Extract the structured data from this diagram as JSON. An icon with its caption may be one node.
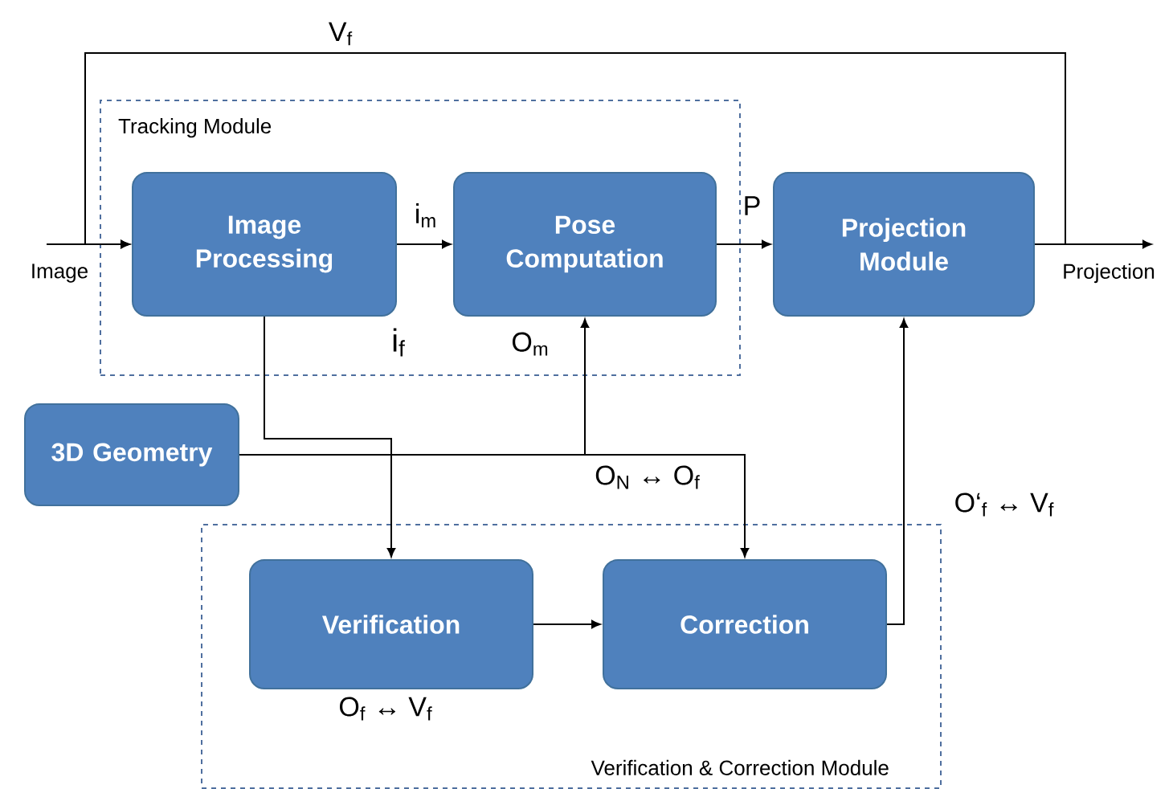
{
  "diagram": {
    "nodes": [
      {
        "text": [
          "Tracking Module"
        ]
      },
      {
        "text": [
          "Image Processing"
        ],
        "in": 0
      },
      {
        "text": [
          "Pose Computation"
        ],
        "in": 0,
        "beside": [
          "O$_{m}$"
        ]
      },
      {
        "text": [
          "Projection Module"
        ]
      },
      {
        "text": [
          "3D Geometry"
        ]
      },
      {
        "text": [
          "Verification & Correction Module"
        ]
      },
      {
        "text": [
          "Verification"
        ],
        "in": 5,
        "beside": [
          "O$_{f}$ ↔ V$_{f}$"
        ]
      },
      {
        "text": [
          "Correction"
        ],
        "in": 5
      },
      {
        "text": [
          "Image"
        ]
      },
      {
        "text": [
          "Projection"
        ]
      }
    ],
    "edges": [
      {
        "from": 8,
        "to": 1,
        "arrow": "to"
      },
      {
        "from": 3,
        "to": 1,
        "arrow": "to",
        "label": "V$_{f}$"
      },
      {
        "from": 1,
        "to": 2,
        "arrow": "to",
        "label": "i$_{m}$"
      },
      {
        "from": 2,
        "to": 3,
        "arrow": "to",
        "label": "P"
      },
      {
        "from": 3,
        "to": 9,
        "arrow": "to"
      },
      {
        "from": 1,
        "to": 6,
        "arrow": "to"
      },
      {
        "from": 4,
        "to": 2,
        "arrow": "to"
      },
      {
        "from": 4,
        "to": 7,
        "arrow": "to"
      },
      {
        "from": 6,
        "to": 7,
        "arrow": "to"
      },
      {
        "from": 7,
        "to": 3,
        "arrow": "to"
      }
    ],
    "labels": [
      "i$_{f}$",
      "O$_{N}$ ↔ O$_{f}$",
      "O‘$_{f}$ ↔ V$_{f}$"
    ]
  }
}
